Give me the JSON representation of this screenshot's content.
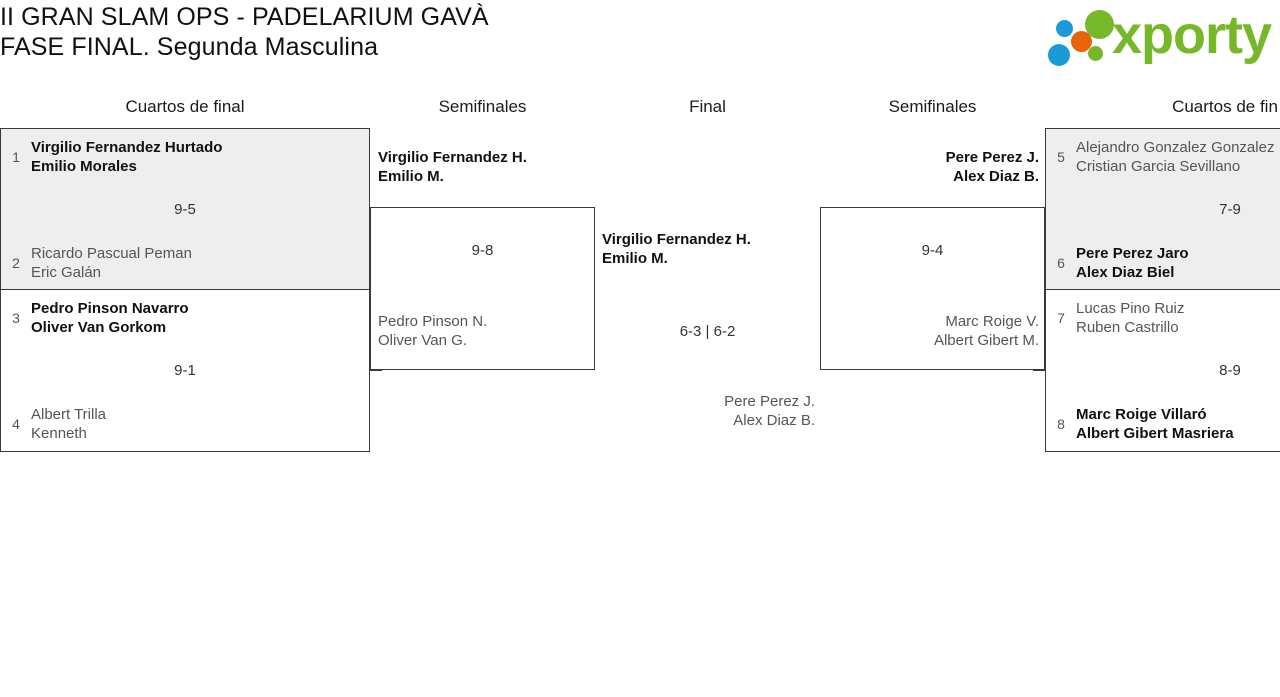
{
  "header": {
    "title_line1": "II GRAN SLAM OPS - PADELARIUM GAVÀ",
    "title_line2": "FASE FINAL. Segunda Masculina",
    "logo_text": "xporty",
    "brand_colors": {
      "green": "#77b82a",
      "blue": "#1a9bd7",
      "orange": "#e8630a"
    }
  },
  "rounds": [
    {
      "label": "Cuartos de final"
    },
    {
      "label": "Semifinales"
    },
    {
      "label": "Final"
    },
    {
      "label": "Semifinales"
    },
    {
      "label": "Cuartos de fin"
    }
  ],
  "bracket": {
    "left_quarterfinals": [
      {
        "score": "9-5",
        "top": {
          "seed": "1",
          "player1": "Virgilio Fernandez Hurtado",
          "player2": "Emilio Morales",
          "winner": true
        },
        "bottom": {
          "seed": "2",
          "player1": "Ricardo Pascual Peman",
          "player2": "Eric Galán",
          "winner": false
        }
      },
      {
        "score": "9-1",
        "top": {
          "seed": "3",
          "player1": "Pedro Pinson Navarro",
          "player2": "Oliver Van Gorkom",
          "winner": true
        },
        "bottom": {
          "seed": "4",
          "player1": "Albert Trilla",
          "player2": "Kenneth",
          "winner": false
        }
      }
    ],
    "left_semifinal": {
      "score": "9-8",
      "top": {
        "player1": "Virgilio Fernandez H.",
        "player2": "Emilio M.",
        "winner": true
      },
      "bottom": {
        "player1": "Pedro Pinson N.",
        "player2": "Oliver Van G.",
        "winner": false
      }
    },
    "final": {
      "score": "6-3 | 6-2",
      "top": {
        "player1": "Virgilio Fernandez H.",
        "player2": "Emilio M.",
        "winner": true
      },
      "bottom": {
        "player1": "Pere Perez J.",
        "player2": "Alex Diaz B.",
        "winner": false
      }
    },
    "right_semifinal": {
      "score": "9-4",
      "top": {
        "player1": "Pere Perez J.",
        "player2": "Alex Diaz B.",
        "winner": true
      },
      "bottom": {
        "player1": "Marc Roige V.",
        "player2": "Albert Gibert M.",
        "winner": false
      }
    },
    "right_quarterfinals": [
      {
        "score": "7-9",
        "top": {
          "seed": "5",
          "player1": "Alejandro Gonzalez Gonzalez",
          "player2": "Cristian Garcia Sevillano",
          "winner": false
        },
        "bottom": {
          "seed": "6",
          "player1": "Pere Perez Jaro",
          "player2": "Alex Diaz Biel",
          "winner": true
        }
      },
      {
        "score": "8-9",
        "top": {
          "seed": "7",
          "player1": "Lucas Pino Ruiz",
          "player2": "Ruben Castrillo",
          "winner": false
        },
        "bottom": {
          "seed": "8",
          "player1": "Marc Roige Villaró",
          "player2": "Albert Gibert Masriera",
          "winner": true
        }
      }
    ]
  }
}
